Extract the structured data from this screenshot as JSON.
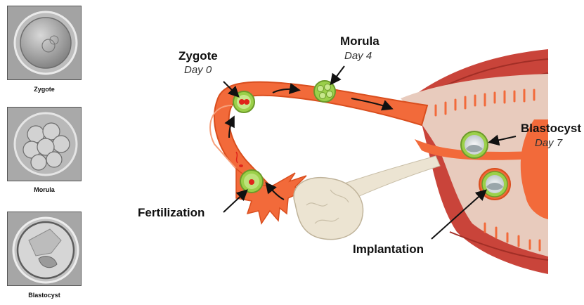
{
  "photos": [
    {
      "caption": "Zygote"
    },
    {
      "caption": "Morula"
    },
    {
      "caption": "Blastocyst"
    }
  ],
  "labels": {
    "zygote": {
      "title": "Zygote",
      "day": "Day 0"
    },
    "morula": {
      "title": "Morula",
      "day": "Day 4"
    },
    "blastocyst": {
      "title": "Blastocyst",
      "day": "Day 7"
    },
    "fertilization": "Fertilization",
    "implantation": "Implantation"
  },
  "colors": {
    "tube": "#f26a3a",
    "tube_edge": "#d94e1e",
    "uterine_lining": "#e8cbbd",
    "muscle": "#c9443a",
    "ovary": "#ece4d2",
    "embryo_green": "#9bd04a",
    "nucleus_red": "#e0241b"
  }
}
